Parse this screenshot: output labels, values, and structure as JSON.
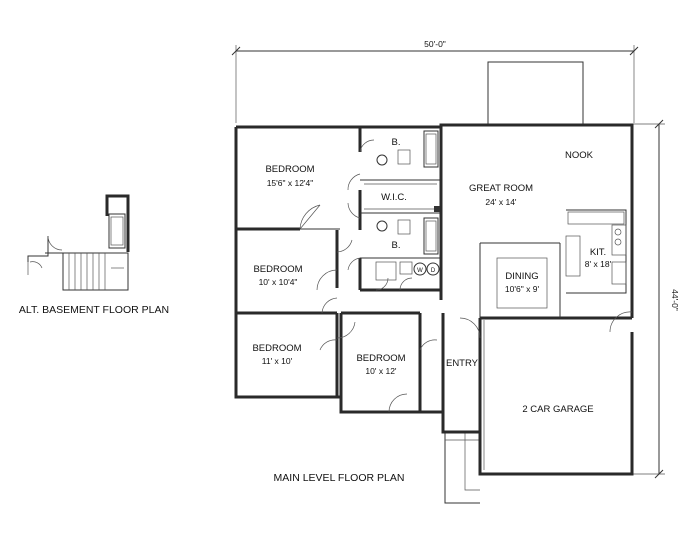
{
  "dimensions": {
    "width": "50'-0\"",
    "depth": "44'-0\""
  },
  "rooms": {
    "bedroom_master": {
      "name": "BEDROOM",
      "size": "15'6\" x 12'4\""
    },
    "bath_top": {
      "name": "B."
    },
    "wic": {
      "name": "W.I.C."
    },
    "bath_mid": {
      "name": "B."
    },
    "bedroom_2": {
      "name": "BEDROOM",
      "size": "10' x 10'4\""
    },
    "bedroom_3": {
      "name": "BEDROOM",
      "size": "11' x 10'"
    },
    "bedroom_4": {
      "name": "BEDROOM",
      "size": "10' x 12'"
    },
    "great_room": {
      "name": "GREAT ROOM",
      "size": "24' x 14'"
    },
    "nook": {
      "name": "NOOK"
    },
    "dining": {
      "name": "DINING",
      "size": "10'6\" x 9'"
    },
    "kitchen": {
      "name": "KIT.",
      "size": "8' x 18'"
    },
    "entry": {
      "name": "ENTRY"
    },
    "garage": {
      "name": "2 CAR GARAGE"
    }
  },
  "appliances": {
    "washer": "W",
    "dryer": "D"
  },
  "captions": {
    "alt_basement": "ALT. BASEMENT FLOOR PLAN",
    "main_level": "MAIN LEVEL FLOOR PLAN"
  }
}
